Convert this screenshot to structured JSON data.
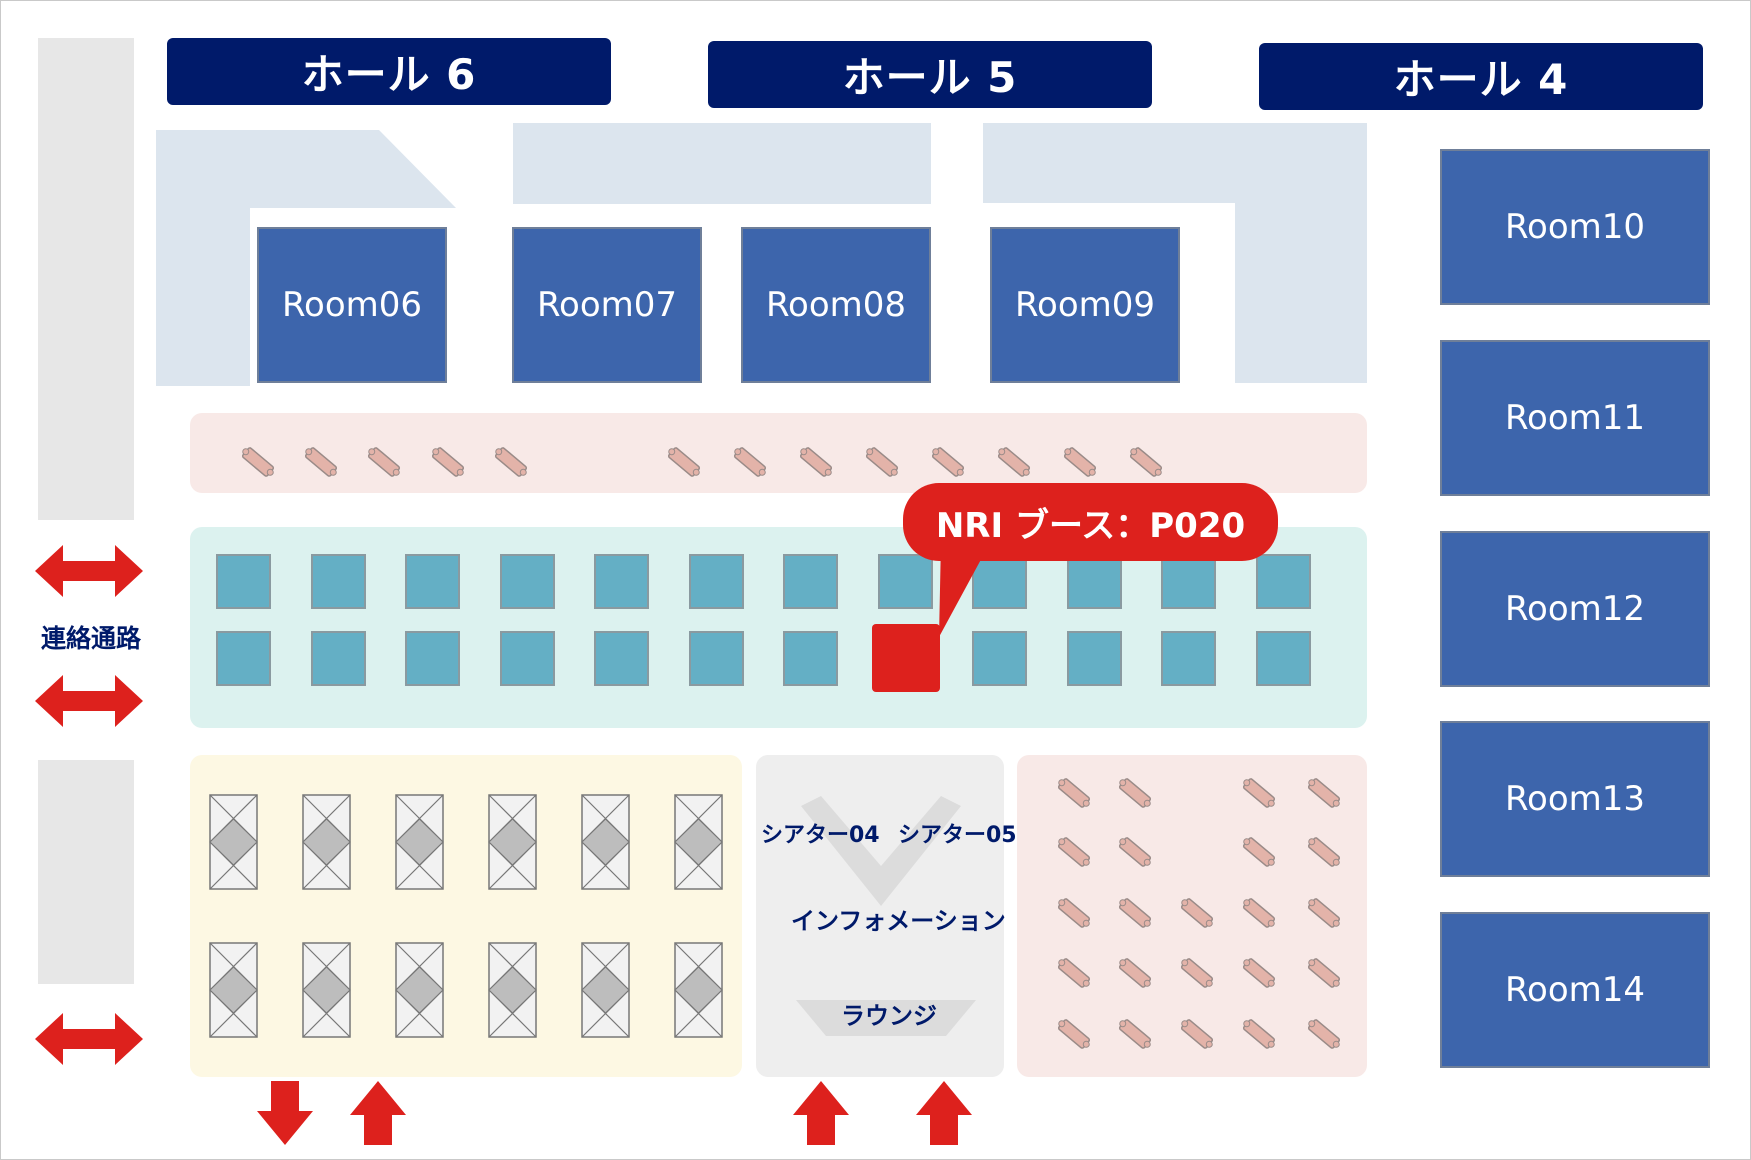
{
  "halls": [
    {
      "id": "hall6",
      "label": "ホール 6"
    },
    {
      "id": "hall5",
      "label": "ホール 5"
    },
    {
      "id": "hall4",
      "label": "ホール 4"
    }
  ],
  "rooms": {
    "room06": "Room06",
    "room07": "Room07",
    "room08": "Room08",
    "room09": "Room09",
    "room10": "Room10",
    "room11": "Room11",
    "room12": "Room12",
    "room13": "Room13",
    "room14": "Room14"
  },
  "labels": {
    "connector": "連絡通路",
    "theater04": "シアター04",
    "theater05": "シアター05",
    "information": "インフォメーション",
    "lounge": "ラウンジ"
  },
  "callout": {
    "text": "NRI ブース：P020",
    "booth_id": "P020"
  },
  "booth_rows": 2,
  "booth_cols": 12,
  "highlighted_booth": {
    "row": 2,
    "col": 8
  },
  "icons": {
    "connector_arrows": "double-arrow-icon",
    "exit_arrows": "arrow-icon",
    "seats": "seat-icon",
    "tables": "table-icon"
  },
  "colors": {
    "hall": "#001a6a",
    "room": "#3d65ac",
    "booth": "#64afc5",
    "highlight": "#dd211d",
    "arrow": "#dd211d"
  }
}
